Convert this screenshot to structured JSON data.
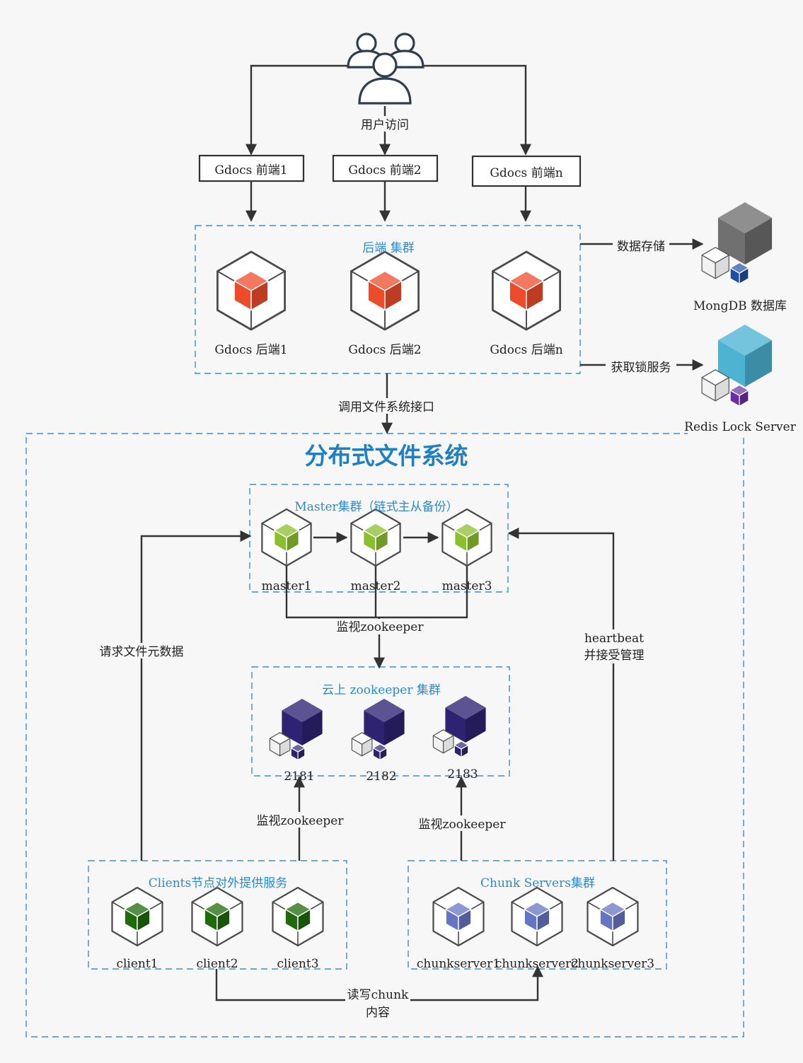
{
  "users": {
    "label": "用户访问"
  },
  "frontends": [
    "Gdocs 前端1",
    "Gdocs 前端2",
    "Gdocs 前端n"
  ],
  "backend_cluster": {
    "title": "后端 集群",
    "nodes": [
      "Gdocs 后端1",
      "Gdocs 后端2",
      "Gdocs 后端n"
    ]
  },
  "storage": {
    "edge_label": "数据存储",
    "label": "MongDB 数据库"
  },
  "lock": {
    "edge_label": "获取锁服务",
    "label": "Redis Lock Server"
  },
  "fs_edge_label": "调用文件系统接口",
  "dfs": {
    "title": "分布式文件系统",
    "master": {
      "title": "Master集群（链式主从备份）",
      "nodes": [
        "master1",
        "master2",
        "master3"
      ],
      "watch_label": "监视zookeeper"
    },
    "zookeeper": {
      "title": "云上 zookeeper 集群",
      "nodes": [
        "2181",
        "2182",
        "2183"
      ]
    },
    "request_label": "请求文件元数据",
    "heartbeat_label_1": "heartbeat",
    "heartbeat_label_2": "并接受管理",
    "clients": {
      "title": "Clients节点对外提供服务",
      "nodes": [
        "client1",
        "client2",
        "client3"
      ],
      "watch_label": "监视zookeeper"
    },
    "chunkservers": {
      "title": "Chunk Servers集群",
      "nodes": [
        "chunkserver1",
        "chunkserver2",
        "chunkserver3"
      ],
      "watch_label": "监视zookeeper"
    },
    "rw_label_1": "读写chunk",
    "rw_label_2": "内容"
  },
  "colors": {
    "backend_cube": "#ee4b2b",
    "master_cube": "#8cbf2f",
    "zk_cube": "#2e2373",
    "client_cube": "#1f6a0a",
    "chunk_cube": "#6675c2",
    "mongo_cube": "#707070",
    "mongo_badge": "#1f4fa3",
    "redis_cube": "#4db3d3",
    "redis_badge": "#6a2ea0"
  }
}
